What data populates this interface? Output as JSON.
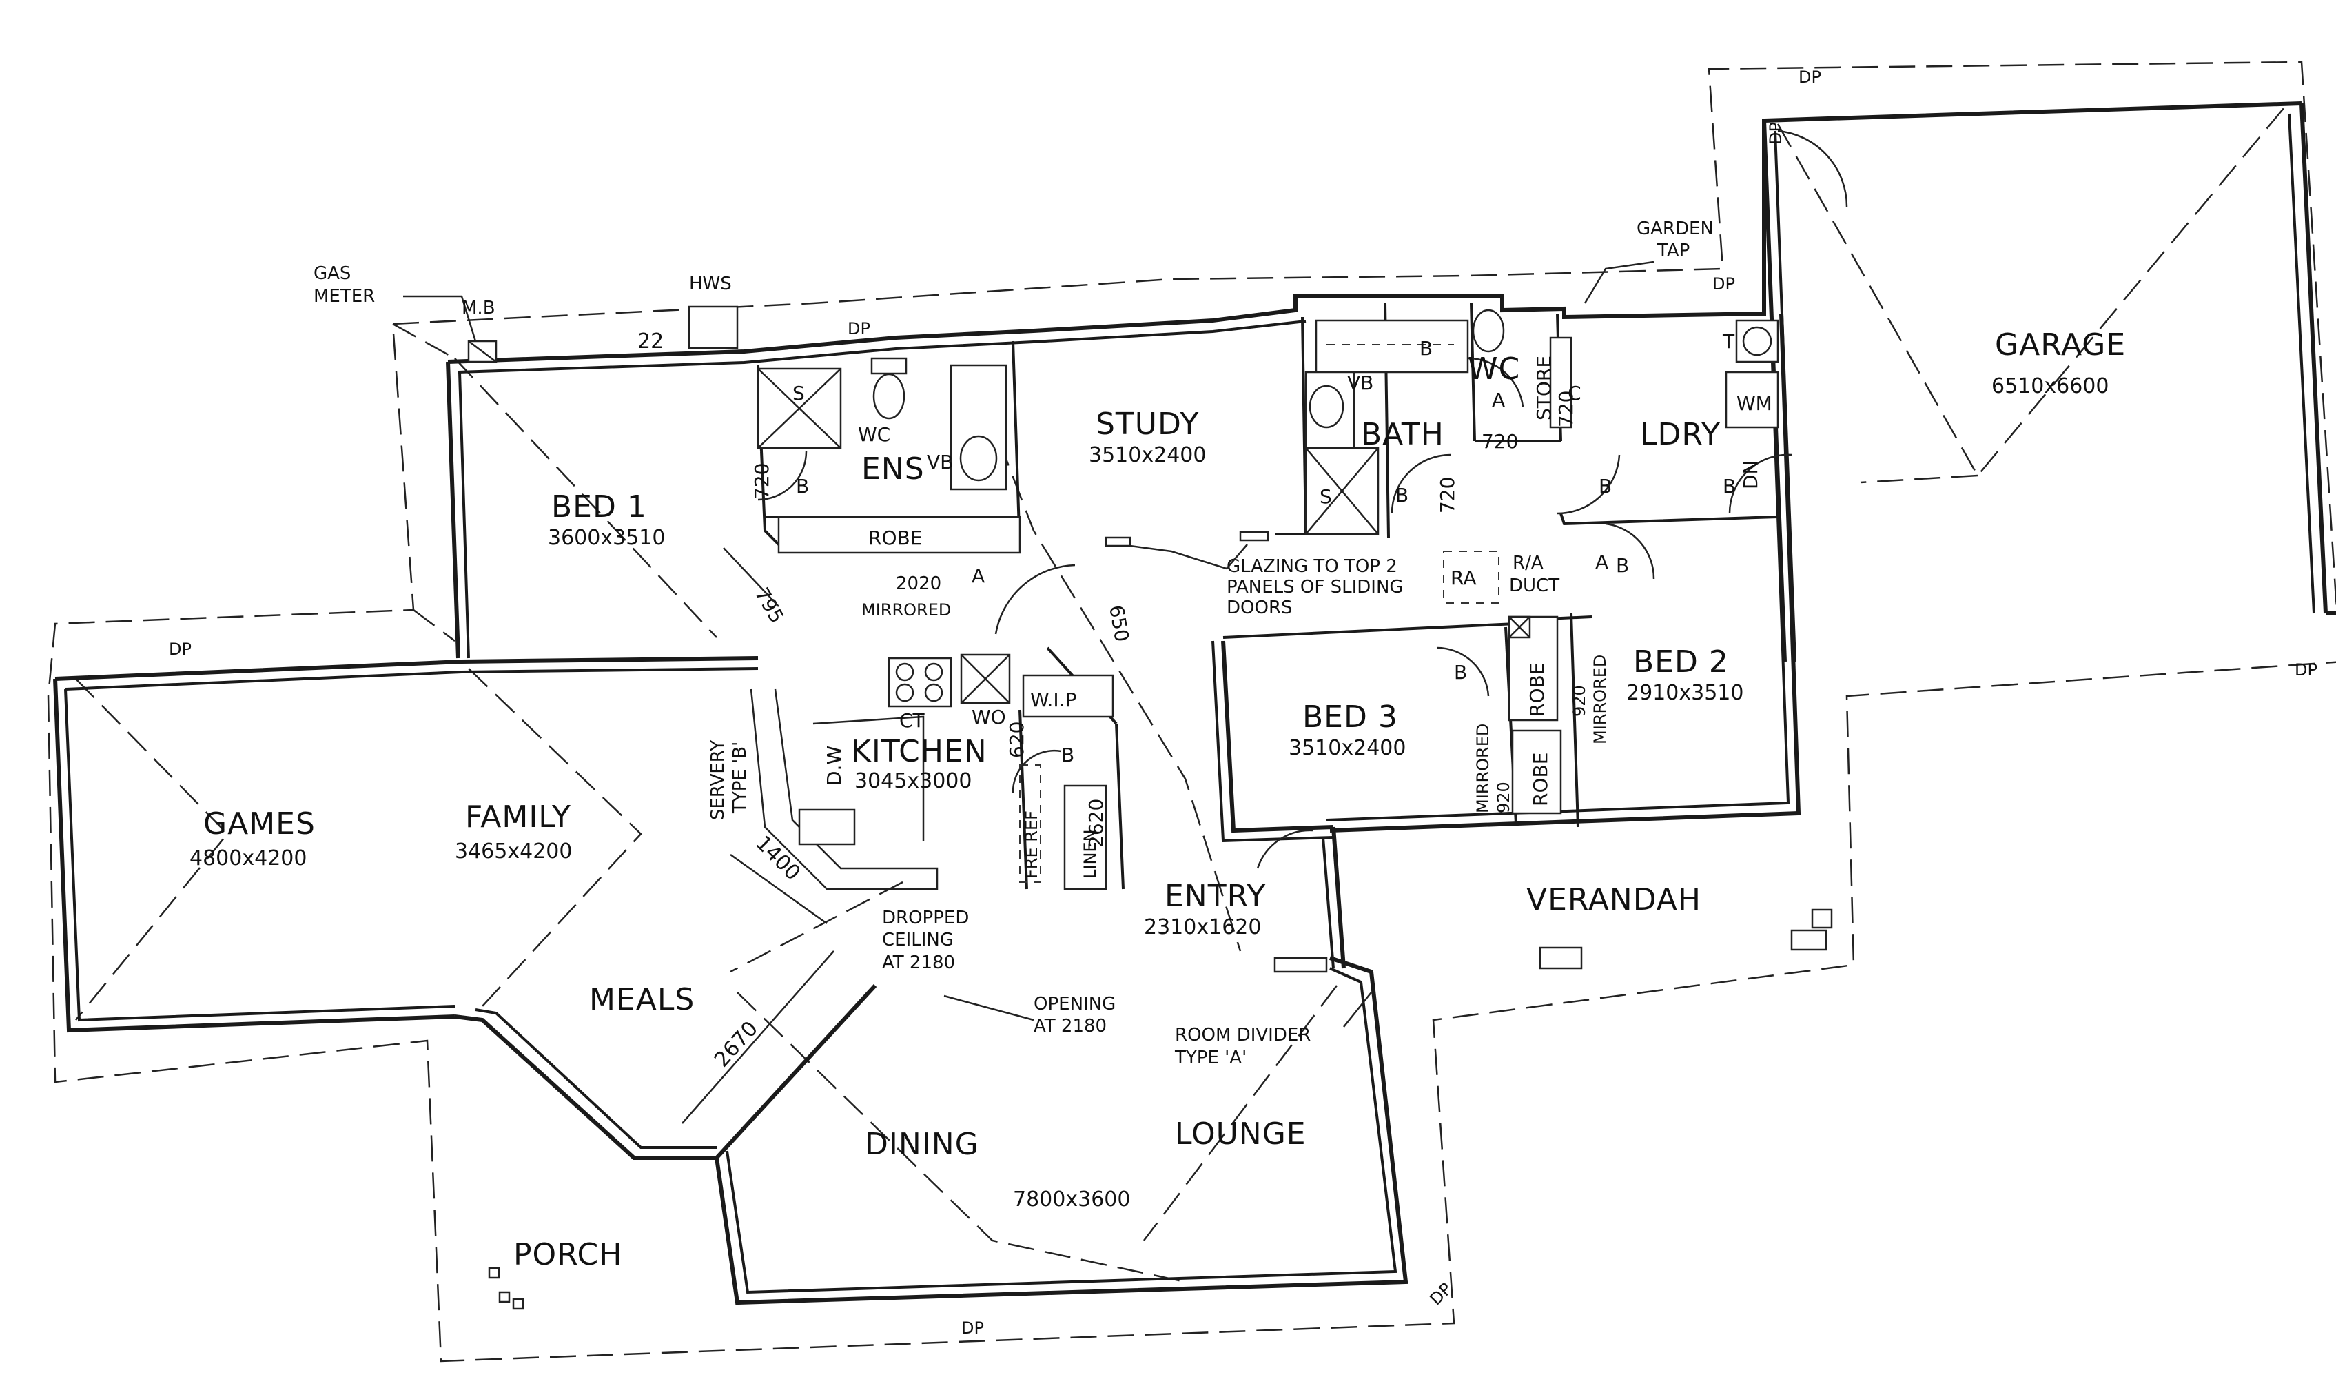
{
  "rooms": {
    "bed1": {
      "name": "BED 1",
      "size": "3600x3510"
    },
    "study": {
      "name": "STUDY",
      "size": "3510x2400"
    },
    "ens": {
      "name": "ENS"
    },
    "bath": {
      "name": "BATH"
    },
    "wc1": {
      "name": "WC"
    },
    "wc2": {
      "name": "WC"
    },
    "store": {
      "name": "STORE"
    },
    "ldry": {
      "name": "LDRY"
    },
    "garage": {
      "name": "GARAGE",
      "size": "6510x6600"
    },
    "bed2": {
      "name": "BED 2",
      "size": "2910x3510"
    },
    "bed3": {
      "name": "BED 3",
      "size": "3510x2400"
    },
    "kitchen": {
      "name": "KITCHEN",
      "size": "3045x3000"
    },
    "games": {
      "name": "GAMES",
      "size": "4800x4200"
    },
    "family": {
      "name": "FAMILY",
      "size": "3465x4200"
    },
    "meals": {
      "name": "MEALS"
    },
    "dining": {
      "name": "DINING"
    },
    "lounge": {
      "name": "LOUNGE"
    },
    "dining_lounge_size": "7800x3600",
    "entry": {
      "name": "ENTRY",
      "size": "2310x1620"
    },
    "porch": {
      "name": "PORCH"
    },
    "verandah": {
      "name": "VERANDAH"
    },
    "wip": {
      "name": "W.I.P"
    },
    "robe1": {
      "name": "ROBE"
    },
    "robe2": {
      "name": "ROBE"
    },
    "robe3": {
      "name": "ROBE"
    }
  },
  "fixtures": {
    "s1": "S",
    "s2": "S",
    "vb1": "VB",
    "vb2": "VB",
    "wm": "WM",
    "ra": "RA",
    "ct": "CT",
    "wo": "WO",
    "dw": "D.W",
    "fridge": "FRE REF",
    "linen": "LINEN",
    "tub": "T",
    "b_tub": "B"
  },
  "notes": {
    "gas_meter_1": "GAS",
    "gas_meter_2": "METER",
    "mb": "M.B",
    "hws": "HWS",
    "garden_tap_1": "GARDEN",
    "garden_tap_2": "TAP",
    "glazing_1": "GLAZING TO TOP 2",
    "glazing_2": "PANELS OF SLIDING",
    "glazing_3": "DOORS",
    "ra_duct_1": "R/A",
    "ra_duct_2": "DUCT",
    "servery_1": "SERVERY",
    "servery_2": "TYPE 'B'",
    "dropped_1": "DROPPED",
    "dropped_2": "CEILING",
    "dropped_3": "AT 2180",
    "opening_1": "OPENING",
    "opening_2": "AT 2180",
    "divider_1": "ROOM DIVIDER",
    "divider_2": "TYPE 'A'",
    "mirrored_a": "2020",
    "mirrored_b": "MIRRORED",
    "mirrored_c": "MIRRORED",
    "mirrored_c2": "920",
    "mirrored_d": "MIRRORED",
    "mirrored_d2": "920",
    "dp_1": "DP",
    "dp_2": "DP",
    "dp_3": "DP",
    "dp_4": "DP",
    "dp_5": "DP",
    "dp_6": "DP",
    "dp_7": "DP",
    "dp_8": "DP"
  },
  "dimensions": {
    "d22": "22",
    "d720_ens": "720",
    "d795": "795",
    "d720_bath": "720",
    "d720_wc": "720",
    "d720_store": "720",
    "d650": "650",
    "d620": "620",
    "d1400": "1400",
    "d2670": "2670",
    "d2620": "2620"
  },
  "doors": {
    "b1": "B",
    "b2": "B",
    "b3": "B",
    "b4": "B",
    "b5": "B",
    "b6": "B",
    "b7": "B",
    "a1": "A",
    "a2": "A",
    "a3": "A",
    "c1": "C",
    "dn": "DN"
  }
}
